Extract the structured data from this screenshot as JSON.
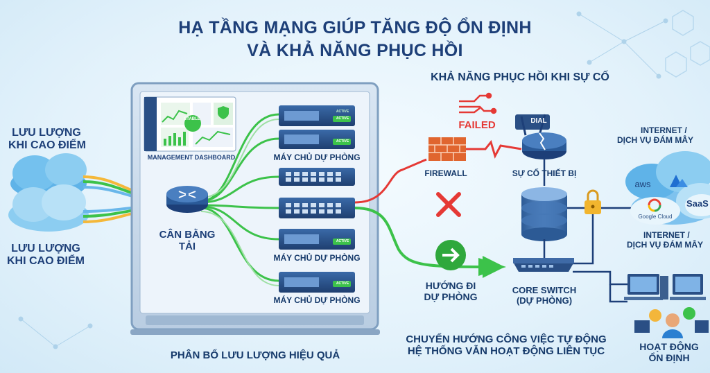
{
  "title": {
    "line1": "HẠ TẦNG MẠNG GIÚP TĂNG ĐỘ ỔN ĐỊNH",
    "line2": "VÀ KHẢ NĂNG PHỤC HỒI"
  },
  "left": {
    "traffic_top": [
      "LƯU LƯỢNG",
      "KHI CAO ĐIỂM"
    ],
    "traffic_bottom": [
      "LƯU LƯỢNG",
      "KHI CAO ĐIỂM"
    ]
  },
  "rack": {
    "dashboard_label": "MANAGEMENT DASHBOARD",
    "dashboard_badge": "STABLE",
    "lb_label": [
      "CÂN BẰNG",
      "TẢI"
    ],
    "backup_server_label": "MÁY CHỦ DỰ PHÒNG",
    "active_tag": "ACTIVE",
    "bottom_label": "PHÂN BỔ LƯU LƯỢNG HIỆU QUẢ"
  },
  "failure": {
    "heading": "KHẢ NĂNG PHỤC HỒI KHI SỰ CỐ",
    "failed": "FAILED",
    "dial": "DIAL",
    "firewall": "FIREWALL",
    "device_fault": "SỰ CỐ THIẾT BỊ"
  },
  "backup_route": [
    "HƯỚNG ĐI",
    "DỰ PHÒNG"
  ],
  "core_switch": [
    "CORE SWITCH",
    "(DỰ PHÒNG)"
  ],
  "auto_redirect": [
    "CHUYỂN HƯỚNG CÔNG VIỆC TỰ ĐỘNG",
    "HỆ THỐNG VẪN HOẠT ĐỘNG LIÊN TỤC"
  ],
  "cloud": {
    "label_top": [
      "INTERNET /",
      "DỊCH VỤ ĐÁM MÂY"
    ],
    "label_bottom": [
      "INTERNET /",
      "DỊCH VỤ ĐÁM MÂY"
    ],
    "aws": "aws",
    "google": "Google Cloud",
    "saas": "SaaS"
  },
  "stable": [
    "HOẠT ĐỘNG",
    "ỔN ĐỊNH"
  ],
  "colors": {
    "green": "#3cc24a",
    "red": "#e53935",
    "navy": "#1d3f78",
    "rack": "#c9d9ea",
    "server": "#2a4f85"
  }
}
